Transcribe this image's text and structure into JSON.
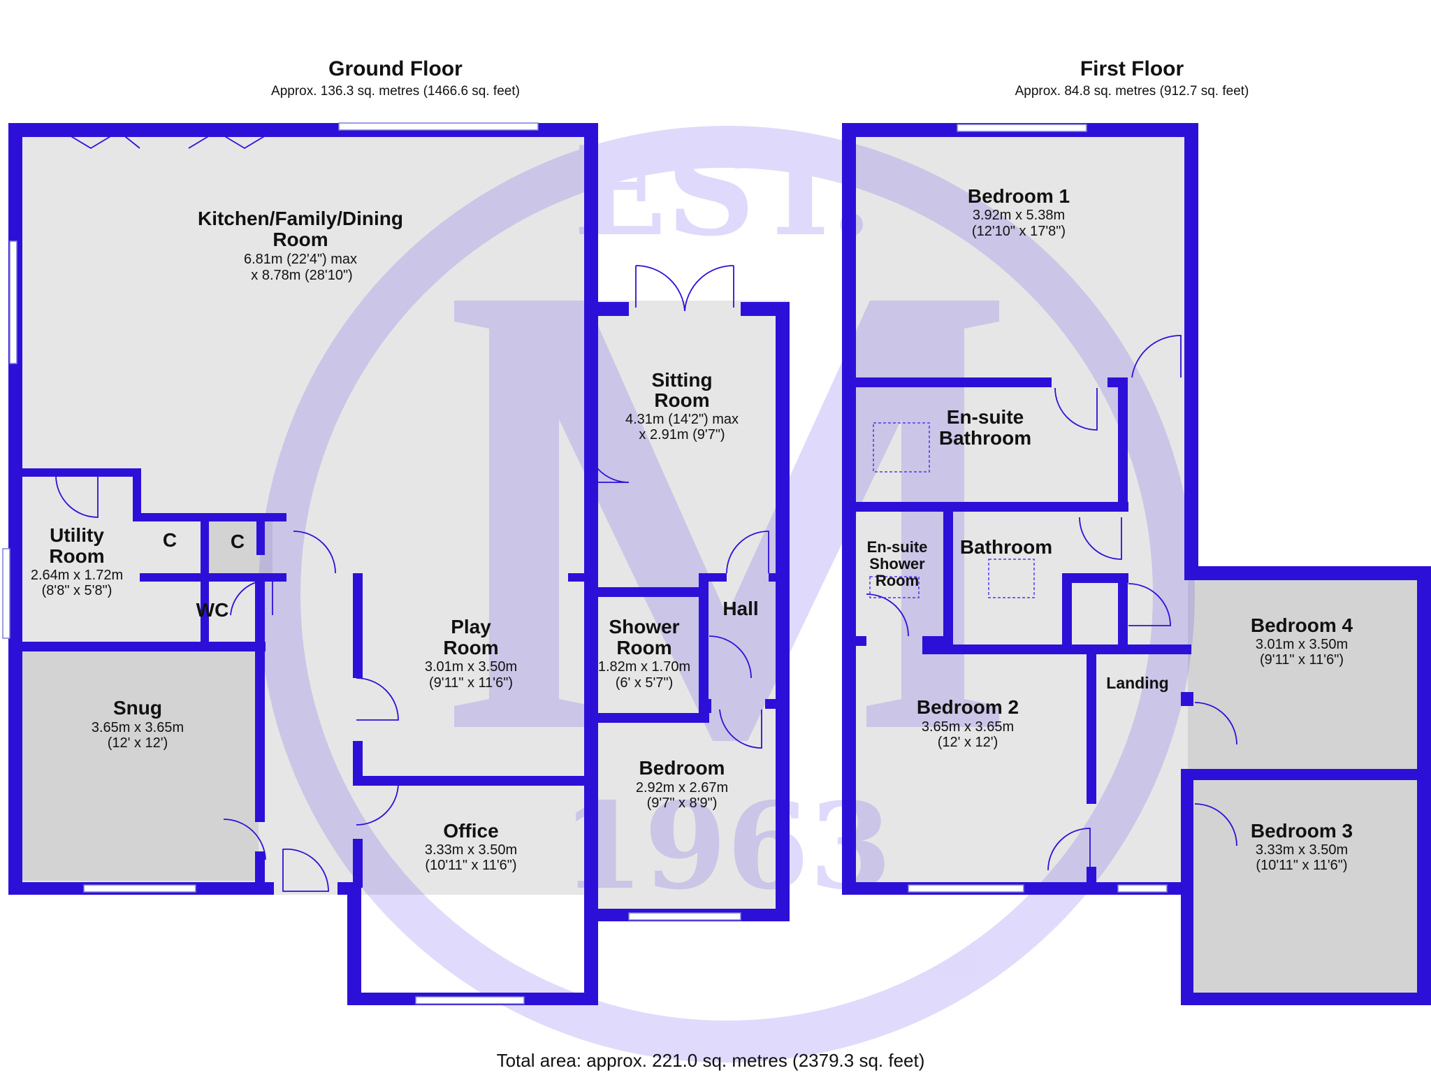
{
  "ground_floor": {
    "title": "Ground Floor",
    "area": "Approx. 136.3 sq. metres (1466.6 sq. feet)",
    "rooms": [
      {
        "name": "Kitchen/Family/Dining",
        "name2": "Room",
        "dim1": "6.81m (22'4\") max",
        "dim2": "x 8.78m (28'10\")"
      },
      {
        "name": "Sitting",
        "name2": "Room",
        "dim1": "4.31m (14'2\") max",
        "dim2": "x 2.91m (9'7\")"
      },
      {
        "name": "Utility",
        "name2": "Room",
        "dim1": "2.64m x 1.72m",
        "dim2": "(8'8\" x 5'8\")"
      },
      {
        "name": "C"
      },
      {
        "name": "C"
      },
      {
        "name": "WC"
      },
      {
        "name": "Play",
        "name2": "Room",
        "dim1": "3.01m x 3.50m",
        "dim2": "(9'11\" x 11'6\")"
      },
      {
        "name": "Shower",
        "name2": "Room",
        "dim1": "1.82m x 1.70m",
        "dim2": "(6' x 5'7\")"
      },
      {
        "name": "Hall"
      },
      {
        "name": "Snug",
        "dim1": "3.65m x 3.65m",
        "dim2": "(12' x 12')"
      },
      {
        "name": "Bedroom",
        "dim1": "2.92m x 2.67m",
        "dim2": "(9'7\" x 8'9\")"
      },
      {
        "name": "Office",
        "dim1": "3.33m x 3.50m",
        "dim2": "(10'11\" x 11'6\")"
      }
    ]
  },
  "first_floor": {
    "title": "First Floor",
    "area": "Approx. 84.8 sq. metres (912.7 sq. feet)",
    "rooms": [
      {
        "name": "Bedroom 1",
        "dim1": "3.92m x 5.38m",
        "dim2": "(12'10\" x 17'8\")"
      },
      {
        "name": "En-suite",
        "name2": "Bathroom"
      },
      {
        "name": "En-suite",
        "name2": "Shower",
        "name3": "Room"
      },
      {
        "name": "Bathroom"
      },
      {
        "name": "Landing"
      },
      {
        "name": "Bedroom 4",
        "dim1": "3.01m x 3.50m",
        "dim2": "(9'11\" x 11'6\")"
      },
      {
        "name": "Bedroom 2",
        "dim1": "3.65m x 3.65m",
        "dim2": "(12' x 12')"
      },
      {
        "name": "Bedroom 3",
        "dim1": "3.33m x 3.50m",
        "dim2": "(10'11\" x 11'6\")"
      }
    ]
  },
  "total_area": "Total area: approx. 221.0 sq. metres (2379.3 sq. feet)",
  "watermark": {
    "top": "EST.",
    "bottom": "1963",
    "letter": "M"
  },
  "colors": {
    "wall": "#2d10d8",
    "floor": "#e6e6e6",
    "watermark": "#5533ee"
  }
}
